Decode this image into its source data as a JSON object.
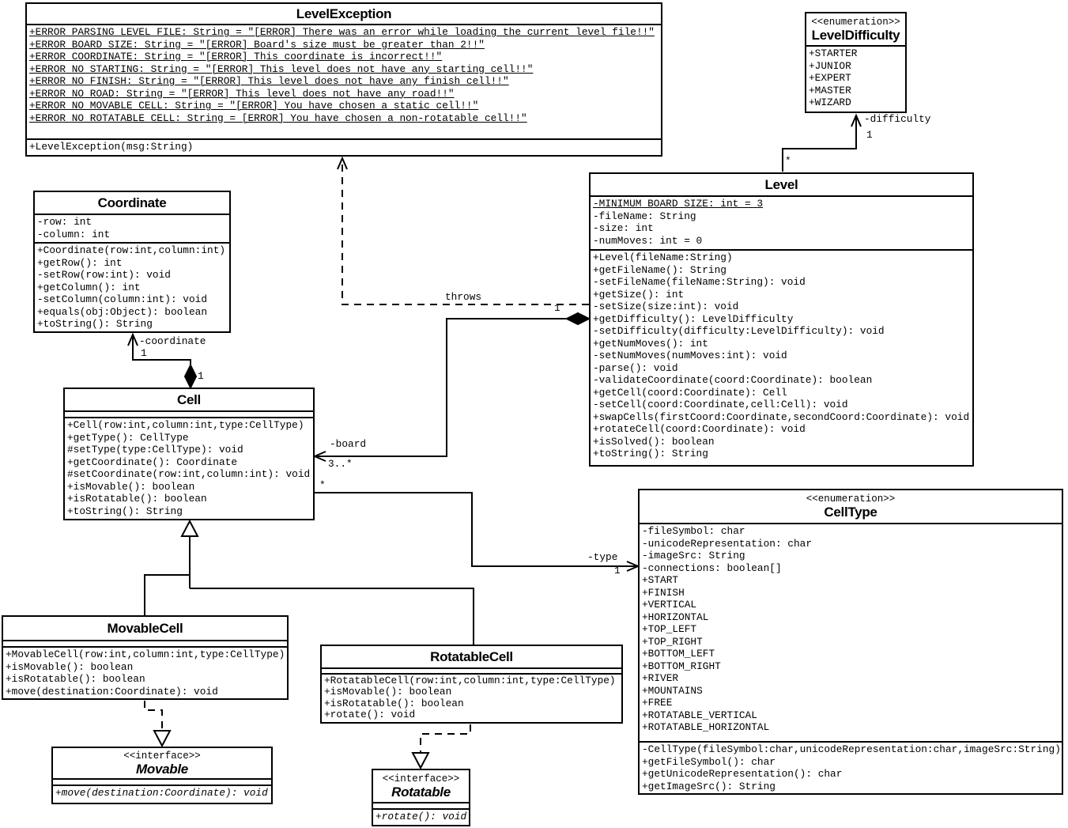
{
  "classes": [
    {
      "id": "level-exception",
      "stereotype": "",
      "name": "LevelException",
      "attributes": [
        {
          "text": "+ERROR_PARSING_LEVEL_FILE: String = \"[ERROR] There was an error while loading the current level file!!\"",
          "underline": true
        },
        {
          "text": "+ERROR_BOARD_SIZE: String = \"[ERROR] Board's size must be greater than 2!!\"",
          "underline": true
        },
        {
          "text": "+ERROR_COORDINATE: String = \"[ERROR] This coordinate is incorrect!!\"",
          "underline": true
        },
        {
          "text": "+ERROR_NO_STARTING: String = \"[ERROR] This level does not have any starting cell!!\"",
          "underline": true
        },
        {
          "text": "+ERROR_NO_FINISH: String = \"[ERROR] This level does not have any finish cell!!\"",
          "underline": true
        },
        {
          "text": "+ERROR_NO_ROAD: String = \"[ERROR] This level does not have any road!!\"",
          "underline": true
        },
        {
          "text": "+ERROR_NO_MOVABLE_CELL: String = \"[ERROR] You have chosen a static cell!!\"",
          "underline": true
        },
        {
          "text": "+ERROR_NO_ROTATABLE_CELL: String = [ERROR] You have chosen a non-rotatable cell!!\"",
          "underline": true
        }
      ],
      "methods": [
        {
          "text": "+LevelException(msg:String)"
        }
      ]
    },
    {
      "id": "level-difficulty",
      "stereotype": "<<enumeration>>",
      "name": "LevelDifficulty",
      "attributes": [
        {
          "text": "+STARTER"
        },
        {
          "text": "+JUNIOR"
        },
        {
          "text": "+EXPERT"
        },
        {
          "text": "+MASTER"
        },
        {
          "text": "+WIZARD"
        }
      ],
      "methods": []
    },
    {
      "id": "coordinate",
      "stereotype": "",
      "name": "Coordinate",
      "attributes": [
        {
          "text": "-row: int"
        },
        {
          "text": "-column: int"
        }
      ],
      "methods": [
        {
          "text": "+Coordinate(row:int,column:int)"
        },
        {
          "text": "+getRow(): int"
        },
        {
          "text": "-setRow(row:int): void"
        },
        {
          "text": "+getColumn(): int"
        },
        {
          "text": "-setColumn(column:int): void"
        },
        {
          "text": "+equals(obj:Object): boolean"
        },
        {
          "text": "+toString(): String"
        }
      ]
    },
    {
      "id": "level",
      "stereotype": "",
      "name": "Level",
      "attributes": [
        {
          "text": "-MINIMUM_BOARD_SIZE: int = 3",
          "underline": true
        },
        {
          "text": "-fileName: String"
        },
        {
          "text": "-size: int"
        },
        {
          "text": "-numMoves: int = 0"
        }
      ],
      "methods": [
        {
          "text": "+Level(fileName:String)"
        },
        {
          "text": "+getFileName(): String"
        },
        {
          "text": "-setFileName(fileName:String): void"
        },
        {
          "text": "+getSize(): int"
        },
        {
          "text": "-setSize(size:int): void"
        },
        {
          "text": "+getDifficulty(): LevelDifficulty"
        },
        {
          "text": "-setDifficulty(difficulty:LevelDifficulty): void"
        },
        {
          "text": "+getNumMoves(): int"
        },
        {
          "text": "-setNumMoves(numMoves:int): void"
        },
        {
          "text": "-parse(): void"
        },
        {
          "text": "-validateCoordinate(coord:Coordinate): boolean"
        },
        {
          "text": "+getCell(coord:Coordinate): Cell"
        },
        {
          "text": "-setCell(coord:Coordinate,cell:Cell): void"
        },
        {
          "text": "+swapCells(firstCoord:Coordinate,secondCoord:Coordinate): void"
        },
        {
          "text": "+rotateCell(coord:Coordinate): void"
        },
        {
          "text": "+isSolved(): boolean"
        },
        {
          "text": "+toString(): String"
        }
      ]
    },
    {
      "id": "cell",
      "stereotype": "",
      "name": "Cell",
      "attributes": [],
      "methods": [
        {
          "text": "+Cell(row:int,column:int,type:CellType)"
        },
        {
          "text": "+getType(): CellType"
        },
        {
          "text": "#setType(type:CellType): void"
        },
        {
          "text": "+getCoordinate(): Coordinate"
        },
        {
          "text": "#setCoordinate(row:int,column:int): void"
        },
        {
          "text": "+isMovable(): boolean"
        },
        {
          "text": "+isRotatable(): boolean"
        },
        {
          "text": "+toString(): String"
        }
      ]
    },
    {
      "id": "cell-type",
      "stereotype": "<<enumeration>>",
      "name": "CellType",
      "attributes": [
        {
          "text": "-fileSymbol: char"
        },
        {
          "text": "-unicodeRepresentation: char"
        },
        {
          "text": "-imageSrc: String"
        },
        {
          "text": "-connections: boolean[]"
        },
        {
          "text": "+START"
        },
        {
          "text": "+FINISH"
        },
        {
          "text": "+VERTICAL"
        },
        {
          "text": "+HORIZONTAL"
        },
        {
          "text": "+TOP_LEFT"
        },
        {
          "text": "+TOP_RIGHT"
        },
        {
          "text": "+BOTTOM_LEFT"
        },
        {
          "text": "+BOTTOM_RIGHT"
        },
        {
          "text": "+RIVER"
        },
        {
          "text": "+MOUNTAINS"
        },
        {
          "text": "+FREE"
        },
        {
          "text": "+ROTATABLE_VERTICAL"
        },
        {
          "text": "+ROTATABLE_HORIZONTAL"
        }
      ],
      "methods": [
        {
          "text": "-CellType(fileSymbol:char,unicodeRepresentation:char,imageSrc:String)"
        },
        {
          "text": "+getFileSymbol(): char"
        },
        {
          "text": "+getUnicodeRepresentation(): char"
        },
        {
          "text": "+getImageSrc(): String"
        }
      ]
    },
    {
      "id": "movable-cell",
      "stereotype": "",
      "name": "MovableCell",
      "attributes": [],
      "methods": [
        {
          "text": "+MovableCell(row:int,column:int,type:CellType)"
        },
        {
          "text": "+isMovable(): boolean"
        },
        {
          "text": "+isRotatable(): boolean"
        },
        {
          "text": "+move(destination:Coordinate): void"
        }
      ]
    },
    {
      "id": "rotatable-cell",
      "stereotype": "",
      "name": "RotatableCell",
      "attributes": [],
      "methods": [
        {
          "text": "+RotatableCell(row:int,column:int,type:CellType)"
        },
        {
          "text": "+isMovable(): boolean"
        },
        {
          "text": "+isRotatable(): boolean"
        },
        {
          "text": "+rotate(): void"
        }
      ]
    },
    {
      "id": "movable",
      "stereotype": "<<interface>>",
      "name": "Movable",
      "italic_name": true,
      "attributes": [],
      "methods": [
        {
          "text": "+move(destination:Coordinate): void",
          "italic": true
        }
      ]
    },
    {
      "id": "rotatable",
      "stereotype": "<<interface>>",
      "name": "Rotatable",
      "italic_name": true,
      "attributes": [],
      "methods": [
        {
          "text": "+rotate(): void",
          "italic": true
        }
      ]
    }
  ],
  "relations": [
    {
      "id": "cell-coordinate",
      "type": "composition",
      "labels": [
        {
          "text": "-coordinate"
        },
        {
          "text": "1"
        },
        {
          "text": "1"
        }
      ]
    },
    {
      "id": "level-board",
      "type": "composition",
      "labels": [
        {
          "text": "1"
        },
        {
          "text": "-board"
        },
        {
          "text": "3..*"
        }
      ]
    },
    {
      "id": "level-difficulty",
      "type": "directed-association",
      "labels": [
        {
          "text": "-difficulty"
        },
        {
          "text": "1"
        },
        {
          "text": "*"
        }
      ]
    },
    {
      "id": "level-throws",
      "type": "dependency",
      "labels": [
        {
          "text": "throws"
        }
      ]
    },
    {
      "id": "cell-type-assoc",
      "type": "directed-association",
      "labels": [
        {
          "text": "*"
        },
        {
          "text": "-type"
        },
        {
          "text": "1"
        }
      ]
    },
    {
      "id": "cell-generalization",
      "type": "generalization",
      "labels": []
    },
    {
      "id": "movable-realization",
      "type": "realization",
      "labels": []
    },
    {
      "id": "rotatable-realization",
      "type": "realization",
      "labels": []
    }
  ]
}
